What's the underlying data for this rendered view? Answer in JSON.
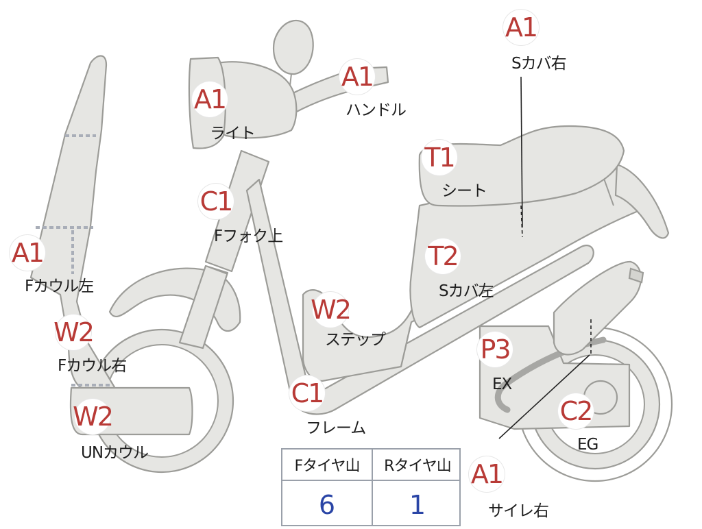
{
  "markers": [
    {
      "id": "sabara-migi",
      "grade": "A1",
      "label": "Sカバ右"
    },
    {
      "id": "handoru",
      "grade": "A1",
      "label": "ハンドル"
    },
    {
      "id": "raito",
      "grade": "A1",
      "label": "ライト"
    },
    {
      "id": "shiito",
      "grade": "T1",
      "label": "シート"
    },
    {
      "id": "ffoku",
      "grade": "C1",
      "label": "Fフォク上"
    },
    {
      "id": "fkauru-hidari",
      "grade": "A1",
      "label": "Fカウル左"
    },
    {
      "id": "skaba-hidari",
      "grade": "T2",
      "label": "Sカバ左"
    },
    {
      "id": "suteppu",
      "grade": "W2",
      "label": "ステップ"
    },
    {
      "id": "fkauru-migi",
      "grade": "W2",
      "label": "Fカウル右"
    },
    {
      "id": "ex",
      "grade": "P3",
      "label": "EX"
    },
    {
      "id": "fureemu",
      "grade": "C1",
      "label": "フレーム"
    },
    {
      "id": "unkauru",
      "grade": "W2",
      "label": "UNカウル"
    },
    {
      "id": "eg",
      "grade": "C2",
      "label": "EG"
    },
    {
      "id": "saire-migi",
      "grade": "A1",
      "label": "サイレ右"
    }
  ],
  "tire_table": {
    "headers": [
      "Fタイヤ山",
      "Rタイヤ山"
    ],
    "values": [
      "6",
      "1"
    ]
  },
  "colors": {
    "grade_text": "#b83a36",
    "body_fill": "#e6e6e3",
    "body_outline": "#9c9c98",
    "table_value": "#2a45a6",
    "dotted_seam": "#a9aeb8"
  }
}
